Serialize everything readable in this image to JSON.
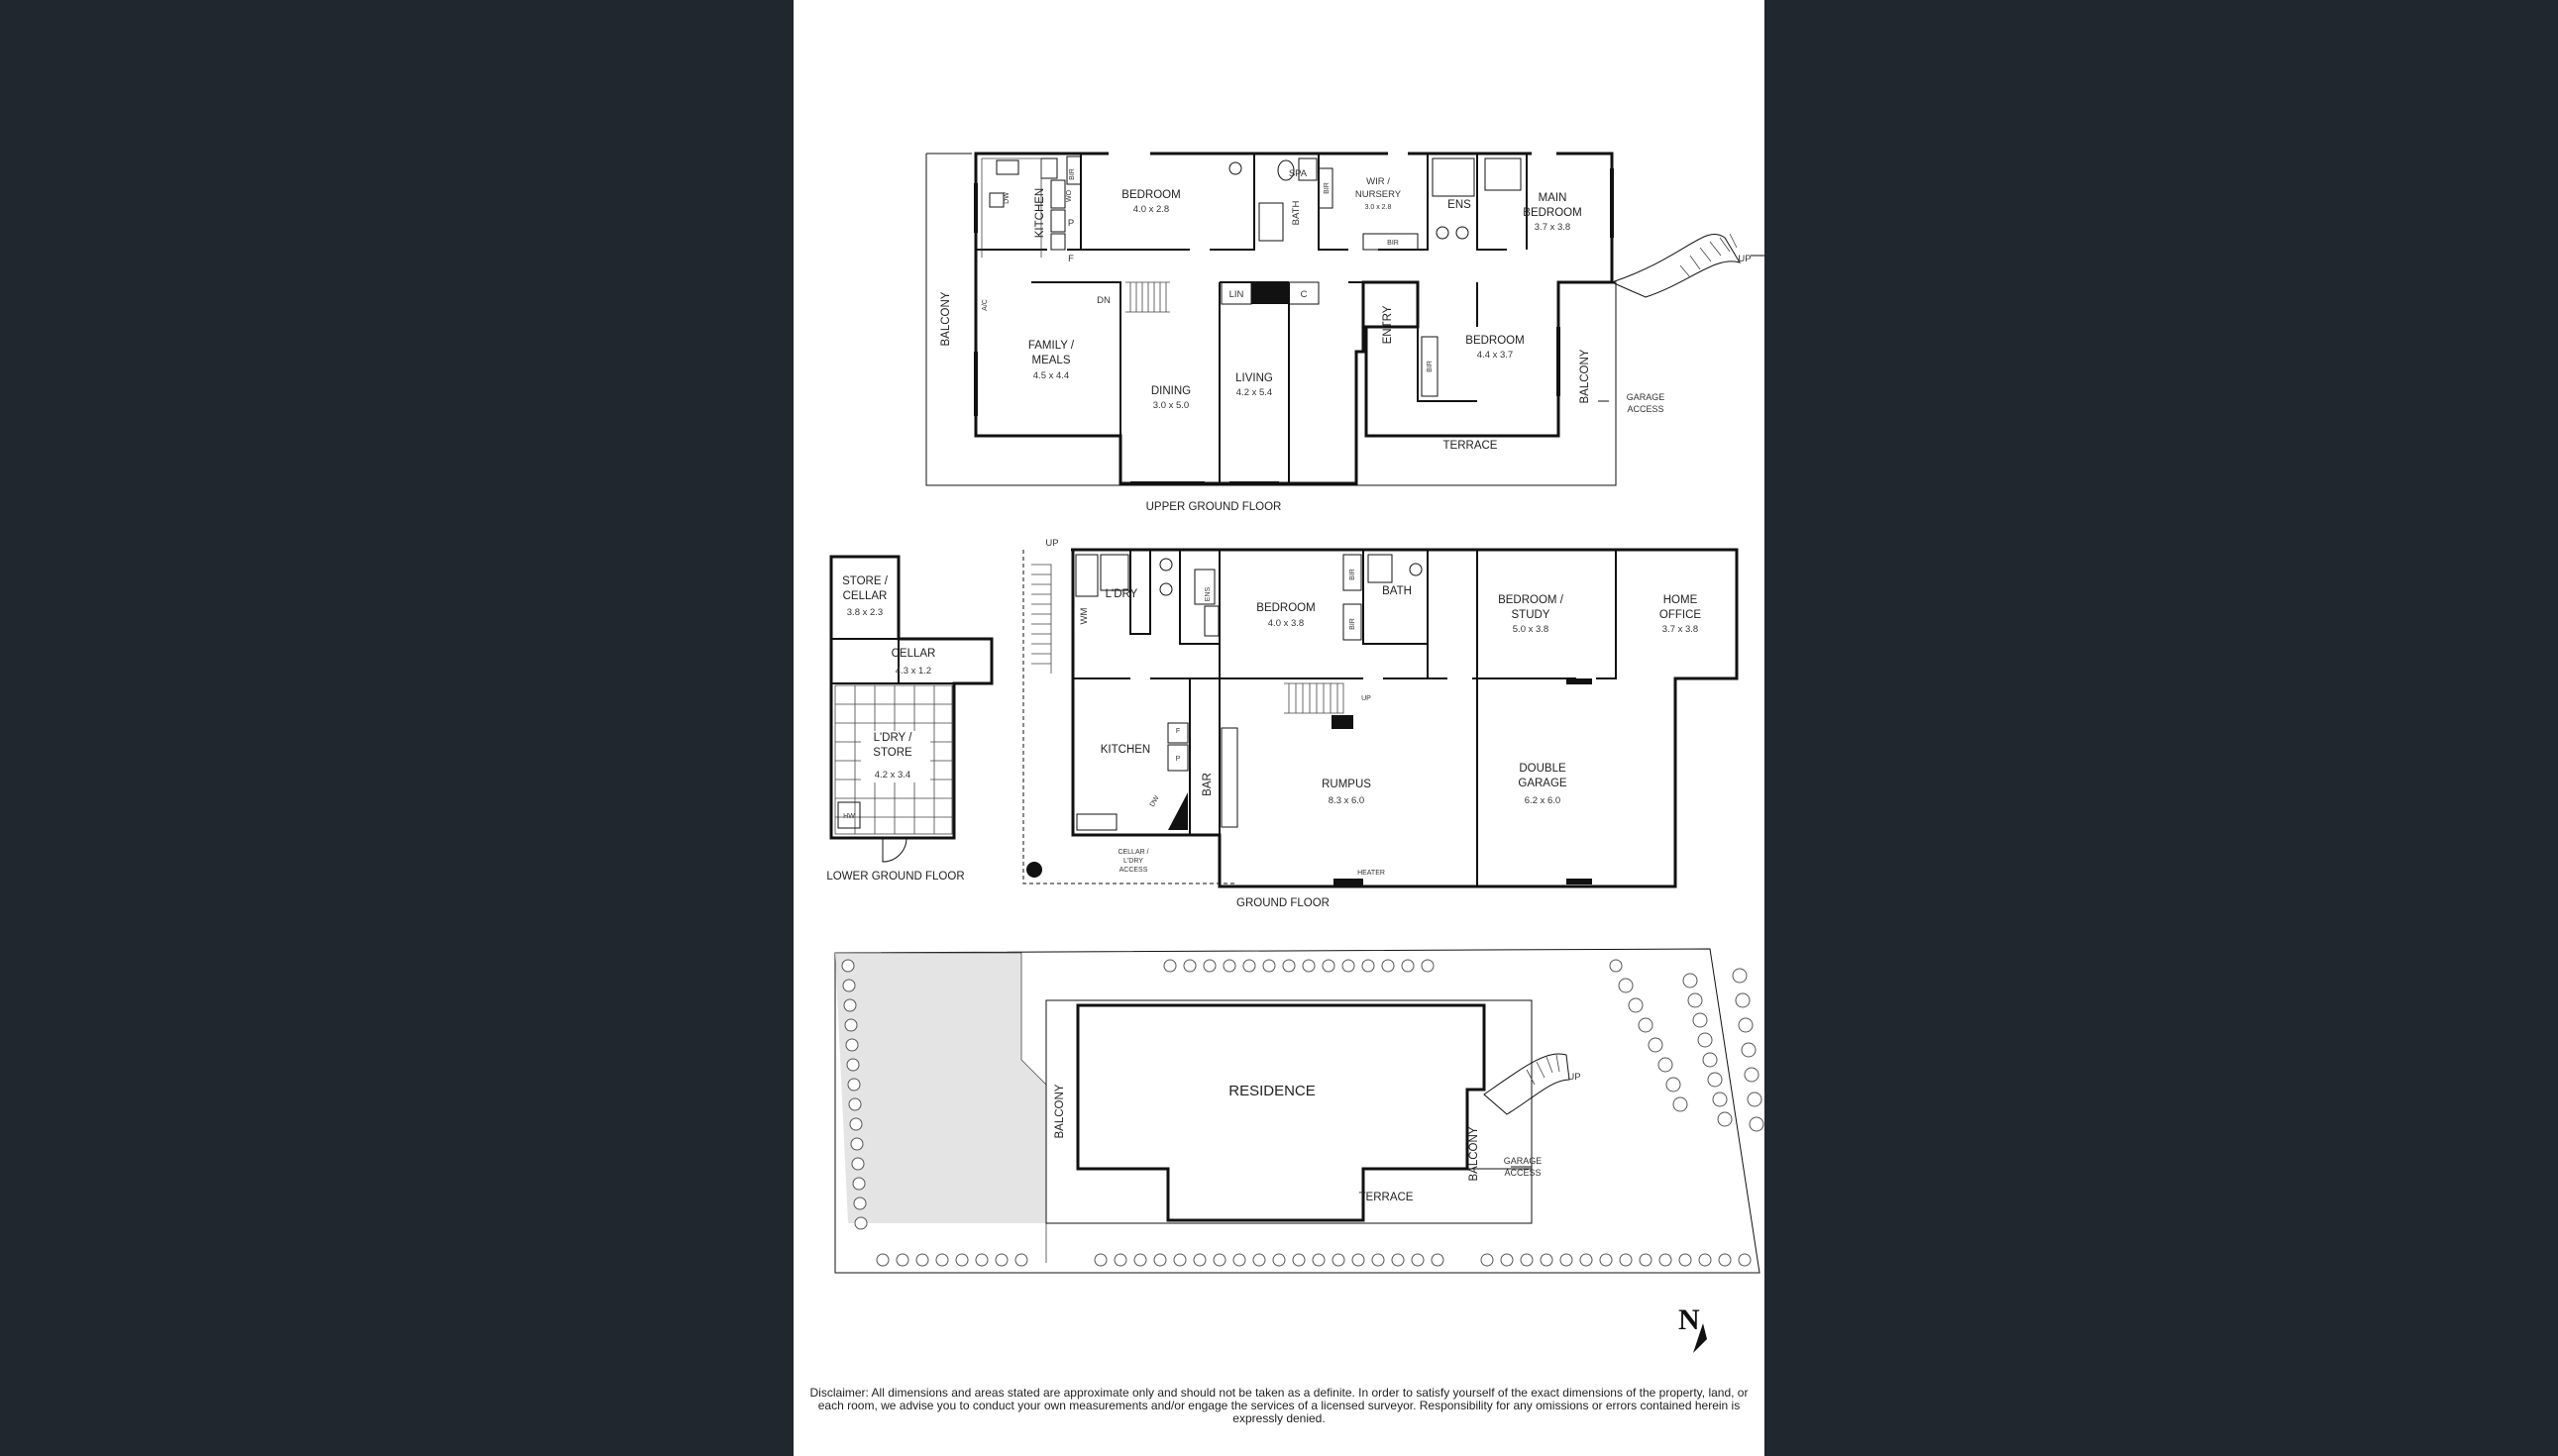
{
  "upper_floor": {
    "title": "UPPER GROUND FLOOR",
    "rooms": {
      "kitchen": "KITCHEN",
      "bedroom1": "BEDROOM",
      "bedroom1_dim": "4.0 x 2.8",
      "bath": "BATH",
      "spa": "SPA",
      "wir": "WIR /",
      "nursery": "NURSERY",
      "nursery_dim": "3.0 x 2.8",
      "ens": "ENS",
      "main1": "MAIN",
      "main2": "BEDROOM",
      "main_dim": "3.7 x 3.8",
      "family1": "FAMILY /",
      "family2": "MEALS",
      "family_dim": "4.5 x 4.4",
      "dining": "DINING",
      "dining_dim": "3.0 x 5.0",
      "living": "LIVING",
      "living_dim": "4.2 x 5.4",
      "entry": "ENTRY",
      "bedroom2": "BEDROOM",
      "bedroom2_dim": "4.4 x 3.7",
      "terrace": "TERRACE",
      "balcony_w": "BALCONY",
      "balcony_e": "BALCONY",
      "garage1": "GARAGE",
      "garage2": "ACCESS",
      "bir": "BIR",
      "wo": "WO",
      "p": "P",
      "f": "F",
      "dw": "DW",
      "ac": "A/C",
      "dn": "DN",
      "lin": "LIN",
      "c": "C",
      "up": "UP"
    }
  },
  "lower_floor": {
    "title": "LOWER GROUND FLOOR",
    "rooms": {
      "store1": "STORE /",
      "store2": "CELLAR",
      "store_dim": "3.8 x 2.3",
      "cellar": "CELLAR",
      "cellar_dim": "4.3 x 1.2",
      "ldry1": "L'DRY /",
      "ldry2": "STORE",
      "ldry_dim": "4.2 x 3.4",
      "hw": "HW"
    }
  },
  "ground_floor": {
    "title": "GROUND FLOOR",
    "rooms": {
      "up": "UP",
      "ldry": "L'DRY",
      "wm": "WM",
      "ens": "ENS",
      "bedroom": "BEDROOM",
      "bedroom_dim": "4.0 x 3.8",
      "bath": "BATH",
      "study1": "BEDROOM /",
      "study2": "STUDY",
      "study_dim": "5.0 x 3.8",
      "office1": "HOME",
      "office2": "OFFICE",
      "office_dim": "3.7 x 3.8",
      "kitchen": "KITCHEN",
      "bar": "BAR",
      "rumpus": "RUMPUS",
      "rumpus_dim": "8.3 x 6.0",
      "garage1": "DOUBLE",
      "garage2": "GARAGE",
      "garage_dim": "6.2 x 6.0",
      "cellar1": "CELLAR /",
      "cellar2": "L'DRY",
      "cellar3": "ACCESS",
      "heater": "HEATER",
      "bir": "BIR",
      "f": "F",
      "p": "P",
      "dw": "DW"
    }
  },
  "site_plan": {
    "residence": "RESIDENCE",
    "balcony_w": "BALCONY",
    "balcony_e": "BALCONY",
    "terrace": "TERRACE",
    "up": "UP",
    "garage1": "GARAGE",
    "garage2": "ACCESS"
  },
  "north": "N",
  "disclaimer": "Disclaimer: All dimensions and areas stated are approximate only and should not be taken as a definite. In order to satisfy yourself of the exact dimensions of the property, land, or each room, we advise you to conduct your own measurements and/or engage the services of a licensed surveyor. Responsibility for any omissions or errors contained herein is expressly denied."
}
